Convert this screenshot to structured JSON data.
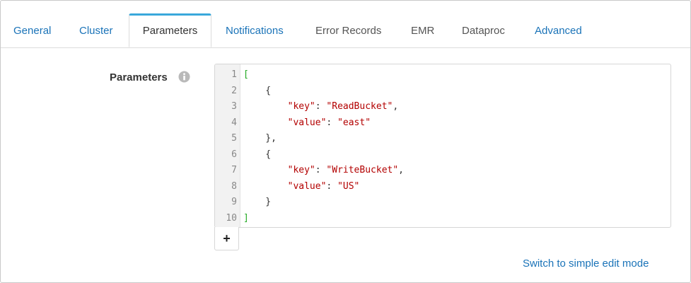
{
  "tabs": [
    {
      "label": "General",
      "state": "link"
    },
    {
      "label": "Cluster",
      "state": "link"
    },
    {
      "label": "Parameters",
      "state": "active"
    },
    {
      "label": "Notifications",
      "state": "link"
    },
    {
      "label": "Error Records",
      "state": "disabled"
    },
    {
      "label": "EMR",
      "state": "disabled"
    },
    {
      "label": "Dataproc",
      "state": "disabled"
    },
    {
      "label": "Advanced",
      "state": "link"
    }
  ],
  "parameters": {
    "label": "Parameters",
    "info_icon": "info-icon",
    "editor": {
      "line_numbers": [
        "1",
        "2",
        "3",
        "4",
        "5",
        "6",
        "7",
        "8",
        "9",
        "10"
      ],
      "lines": [
        "[",
        "    {",
        "        \"key\": \"ReadBucket\",",
        "        \"value\": \"east\"",
        "    },",
        "    {",
        "        \"key\": \"WriteBucket\",",
        "        \"value\": \"US\"",
        "    }",
        "]"
      ]
    },
    "add_button_label": "+"
  },
  "switch_mode_link": "Switch to simple edit mode",
  "colors": {
    "link": "#1a73b8",
    "active_tab_accent": "#3aa8db",
    "string": "#b30000",
    "bracket": "#22aa22"
  }
}
